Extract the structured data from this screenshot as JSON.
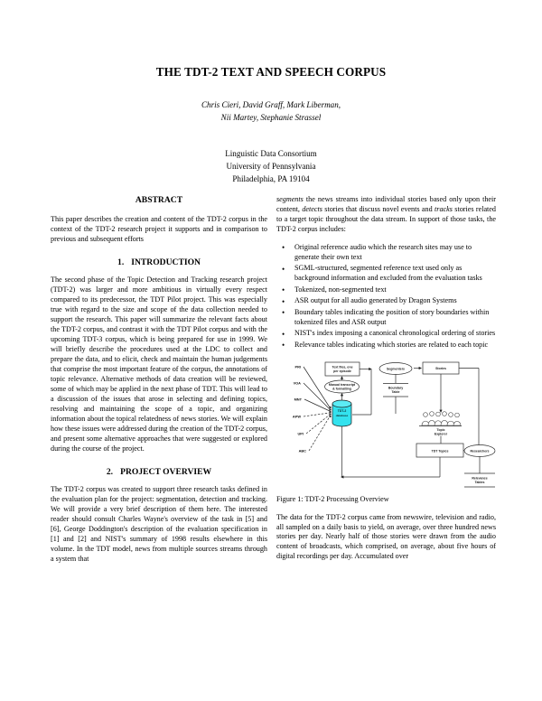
{
  "document": {
    "title": "THE TDT-2 TEXT AND SPEECH CORPUS",
    "authors_line1": "Chris Cieri, David Graff, Mark Liberman,",
    "authors_line2": "Nii Martey, Stephanie Strassel",
    "affiliation_line1": "Linguistic Data Consortium",
    "affiliation_line2": "University of Pennsylvania",
    "affiliation_line3": "Philadelphia, PA 19104"
  },
  "left_column": {
    "abstract_heading": "ABSTRACT",
    "abstract_body": "This paper describes the creation and content of the TDT-2 corpus in the context of the TDT-2 research project it supports and in comparison to previous and subsequent efforts",
    "intro_number": "1.",
    "intro_heading": "INTRODUCTION",
    "intro_body": "The second phase of the Topic Detection and Tracking research project (TDT-2) was larger and more ambitious in virtually every respect compared to its predecessor, the TDT Pilot project. This was especially true with regard to the size and scope of the data collection needed to support the research. This paper will summarize the relevant facts about the TDT-2 corpus, and contrast it with the TDT Pilot corpus and with the upcoming TDT-3 corpus, which is being prepared for use in 1999. We will briefly describe the procedures used at the LDC to collect and prepare the data, and to elicit, check and maintain the human judgements that comprise the most important feature of the corpus, the annotations of topic relevance. Alternative methods of data creation will be reviewed, some of which may be applied in the next phase of TDT. This will lead to a discussion of the issues that arose in selecting and defining topics, resolving and maintaining the scope of a topic, and organizing information about the topical relatedness of news stories. We will explain how these issues were addressed during the creation of the TDT-2 corpus, and present some alternative approaches that were suggested or explored during the course of the project.",
    "overview_number": "2.",
    "overview_heading": "PROJECT OVERVIEW",
    "overview_body": "The TDT-2 corpus was created to support three research tasks defined in the evaluation plan for the project: segmentation, detection and tracking. We will provide a very brief description of them here. The interested reader should consult Charles Wayne's overview of the task in [5] and [6], George Doddington's description of the evaluation specification in [1] and [2] and NIST's summary of 1998 results elsewhere in this volume. In the TDT model, news from multiple sources streams through a system that"
  },
  "right_column": {
    "lead_prefix_italic": "segments",
    "lead_part1": " the news streams into individual stories based only upon their content, ",
    "lead_italic2": "detects",
    "lead_part2": " stories that discuss novel events and ",
    "lead_italic3": "tracks",
    "lead_part3": " stories related to a target topic throughout the data stream. In support of those tasks, the TDT-2 corpus includes:",
    "bullets": [
      "Original reference audio which the research sites may use to generate their own text",
      "SGML-structured, segmented reference text used only as background information and excluded from the evaluation tasks",
      "Tokenized, non-segmented text",
      "ASR output for all audio generated by Dragon Systems",
      "Boundary tables indicating the position of story boundaries within tokenized files and ASR output",
      "NIST's index imposing a canonical chronological ordering of stories",
      "Relevance tables indicating which stories are related to each topic"
    ],
    "figure_caption": "Figure 1: TDT-2 Processing Overview",
    "closing_body": "The data for the TDT-2 corpus came from newswire, television and radio, all sampled on a daily basis to yield, on average, over three hundred news stories per day. Nearly half of those stories were drawn from the audio content of broadcasts, which comprised, on average, about five hours of digital recordings per day. Accumulated over"
  },
  "figure": {
    "database_label_line1": "TDT-2",
    "database_label_line2": "database",
    "database_color": "#33e2ee",
    "sources": [
      "PRI",
      "VOA",
      "MNT",
      "APW",
      "UPI",
      "ABC"
    ],
    "nodes": {
      "text_files_line1": "Text files, one",
      "text_files_line2": "per episode",
      "transcript_line1": "Manual transcript",
      "transcript_line2": "& formatting",
      "segmenters": "Segmenters",
      "boundary_line1": "Boundary",
      "boundary_line2": "Table",
      "stories": "Stories",
      "topic_line1": "Topic",
      "topic_line2": "Explorer",
      "tdt_topics": "TDT Topics",
      "researchers": "Researchers",
      "relevance_line1": "Relevance",
      "relevance_line2": "Tables"
    }
  }
}
